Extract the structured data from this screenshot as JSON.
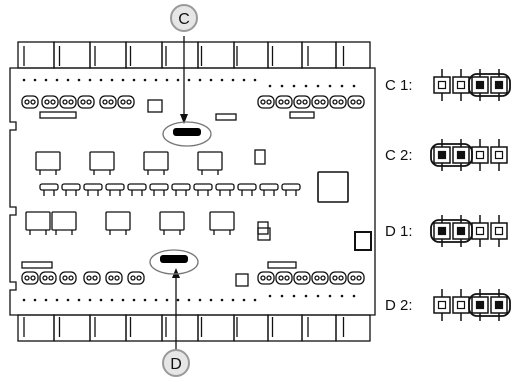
{
  "callouts": {
    "top": "C",
    "bottom": "D"
  },
  "jumper_settings": [
    {
      "label": "C 1:",
      "inserted_pins": [
        3,
        4
      ]
    },
    {
      "label": "C 2:",
      "inserted_pins": [
        1,
        2
      ]
    },
    {
      "label": "D 1:",
      "inserted_pins": [
        1,
        2
      ]
    },
    {
      "label": "D 2:",
      "inserted_pins": [
        3,
        4
      ]
    }
  ],
  "colors": {
    "line": "#111111",
    "callout_ring": "#9a9a9a",
    "callout_fill": "#e6e6e6"
  }
}
